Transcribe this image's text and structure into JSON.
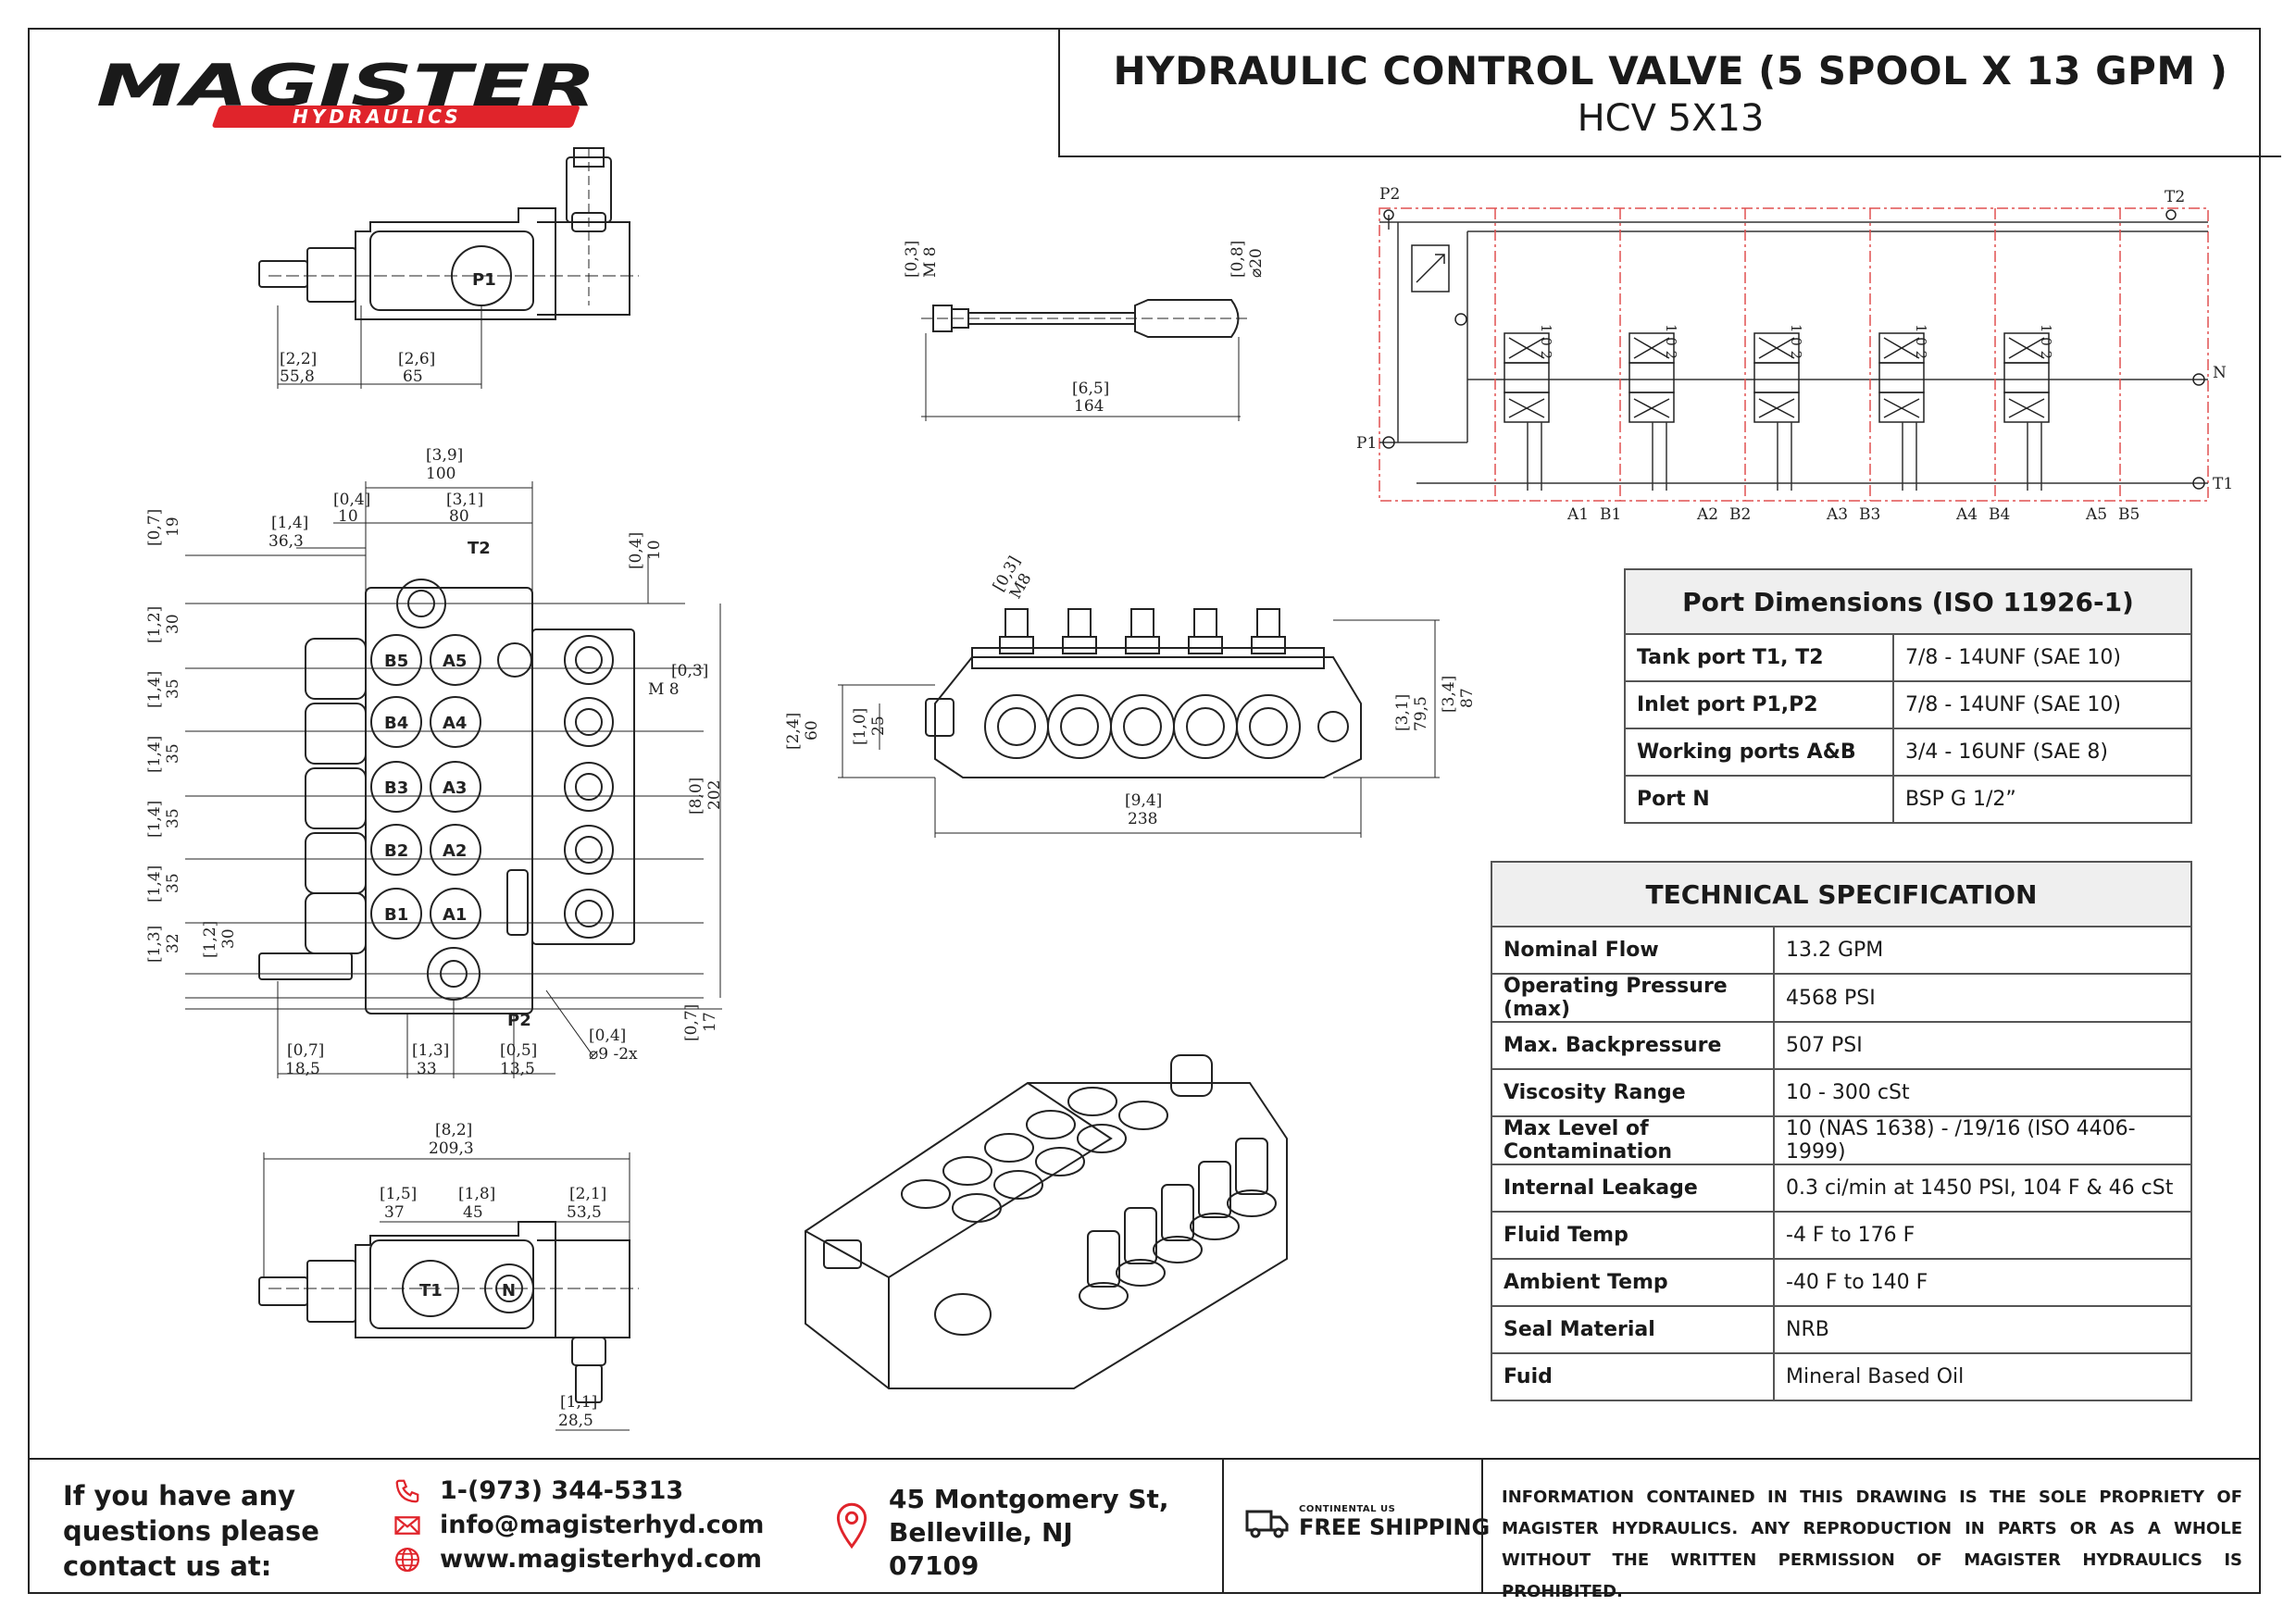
{
  "header": {
    "brand_main": "MAGISTER",
    "brand_sub": "HYDRAULICS",
    "title": "HYDRAULIC CONTROL VALVE (5 SPOOL X 13 GPM )",
    "model": "HCV 5X13"
  },
  "drawing_labels": {
    "ports": [
      "P1",
      "T2",
      "T1",
      "N",
      "P2",
      "B5",
      "A5",
      "B4",
      "A4",
      "B3",
      "A3",
      "B2",
      "A2",
      "B1",
      "A1"
    ],
    "schematic_ports": [
      "P2",
      "T2",
      "N",
      "P1",
      "T1",
      "A1",
      "B1",
      "A2",
      "B2",
      "A3",
      "B3",
      "A4",
      "B4",
      "A5",
      "B5"
    ],
    "spool_mark": "1 0 2",
    "dims": {
      "top_w1": "[2,2]",
      "top_w1_mm": "55,8",
      "top_w2": "[2,6]",
      "top_w2_mm": "65",
      "lever_thread": "[0,3]",
      "lever_thread_mm": "M 8",
      "lever_dia": "[0,8]",
      "lever_dia_mm": "⌀20",
      "lever_len": "[6,5]",
      "lever_len_mm": "164",
      "front_100": "[3,9]",
      "front_100_mm": "100",
      "front_80": "[3,1]",
      "front_80_mm": "80",
      "front_10a": "[0,4]",
      "front_10a_mm": "10",
      "front_363": "[1,4]",
      "front_363_mm": "36,3",
      "front_19": "[0,7]",
      "front_19_mm": "19",
      "front_10b": "[0,4]",
      "front_10b_mm": "10",
      "front_30": "[1,2]",
      "front_30_mm": "30",
      "front_35": "[1,4]",
      "front_35_mm": "35",
      "front_m8": "[0,3]",
      "front_m8_mm": "M 8",
      "front_202": "[8,0]",
      "front_202_mm": "202",
      "front_32": "[1,3]",
      "front_32_mm": "32",
      "front_30b": "[1,2]",
      "front_30b_mm": "30",
      "front_17": "[0,7]",
      "front_17_mm": "17",
      "front_185": "[0,7]",
      "front_185_mm": "18,5",
      "front_33": "[1,3]",
      "front_33_mm": "33",
      "front_135": "[0,5]",
      "front_135_mm": "13,5",
      "front_hole": "[0,4]",
      "front_hole_mm": "⌀9 -2x",
      "side_m8": "[0,3]",
      "side_m8_mm": "M8",
      "side_60": "[2,4]",
      "side_60_mm": "60",
      "side_25": "[1,0]",
      "side_25_mm": "25",
      "side_795": "[3,1]",
      "side_795_mm": "79,5",
      "side_87": "[3,4]",
      "side_87_mm": "87",
      "side_238": "[9,4]",
      "side_238_mm": "238",
      "bot_2093": "[8,2]",
      "bot_2093_mm": "209,3",
      "bot_37": "[1,5]",
      "bot_37_mm": "37",
      "bot_45": "[1,8]",
      "bot_45_mm": "45",
      "bot_535": "[2,1]",
      "bot_535_mm": "53,5",
      "bot_285": "[1,1]",
      "bot_285_mm": "28,5"
    }
  },
  "port_table": {
    "title": "Port Dimensions (ISO 11926-1)",
    "rows": [
      {
        "k": "Tank port T1, T2",
        "v": "7/8 - 14UNF (SAE 10)"
      },
      {
        "k": "Inlet port P1,P2",
        "v": "7/8 - 14UNF (SAE 10)"
      },
      {
        "k": "Working ports A&B",
        "v": "3/4 - 16UNF (SAE 8)"
      },
      {
        "k": "Port N",
        "v": "BSP G 1/2”"
      }
    ]
  },
  "spec_table": {
    "title": "TECHNICAL SPECIFICATION",
    "rows": [
      {
        "k": "Nominal Flow",
        "v": "13.2 GPM"
      },
      {
        "k": "Operating Pressure (max)",
        "v": "4568 PSI"
      },
      {
        "k": "Max. Backpressure",
        "v": "507  PSI"
      },
      {
        "k": "Viscosity Range",
        "v": "10 - 300 cSt"
      },
      {
        "k": "Max Level of Contamination",
        "v": "10 (NAS 1638) - /19/16 (ISO 4406-1999)"
      },
      {
        "k": "Internal Leakage",
        "v": "0.3 ci/min at 1450 PSI, 104 F & 46 cSt"
      },
      {
        "k": "Fluid Temp",
        "v": "-4 F to 176 F"
      },
      {
        "k": "Ambient Temp",
        "v": "-40 F to 140 F"
      },
      {
        "k": "Seal Material",
        "v": "NRB"
      },
      {
        "k": "Fuid",
        "v": "Mineral Based Oil"
      }
    ]
  },
  "footer": {
    "question": "If you have any questions please contact us at:",
    "phone": "1-(973) 344-5313",
    "email": "info@magisterhyd.com",
    "web": "www.magisterhyd.com",
    "address_l1": "45 Montgomery St,",
    "address_l2": "Belleville, NJ",
    "address_l3": "07109",
    "ship_small": "CONTINENTAL US",
    "ship_big": "FREE SHIPPING",
    "legal": "INFORMATION CONTAINED IN THIS DRAWING IS THE SOLE PROPRIETY OF MAGISTER HYDRAULICS. ANY REPRODUCTION IN PARTS OR AS A WHOLE WITHOUT THE WRITTEN PERMISSION OF MAGISTER HYDRAULICS IS PROHIBITED."
  },
  "colors": {
    "accent": "#e0242b",
    "line": "#222222",
    "schematic_boundary": "#e05050"
  },
  "icons": [
    "phone-icon",
    "email-icon",
    "globe-icon",
    "location-icon",
    "truck-icon"
  ]
}
